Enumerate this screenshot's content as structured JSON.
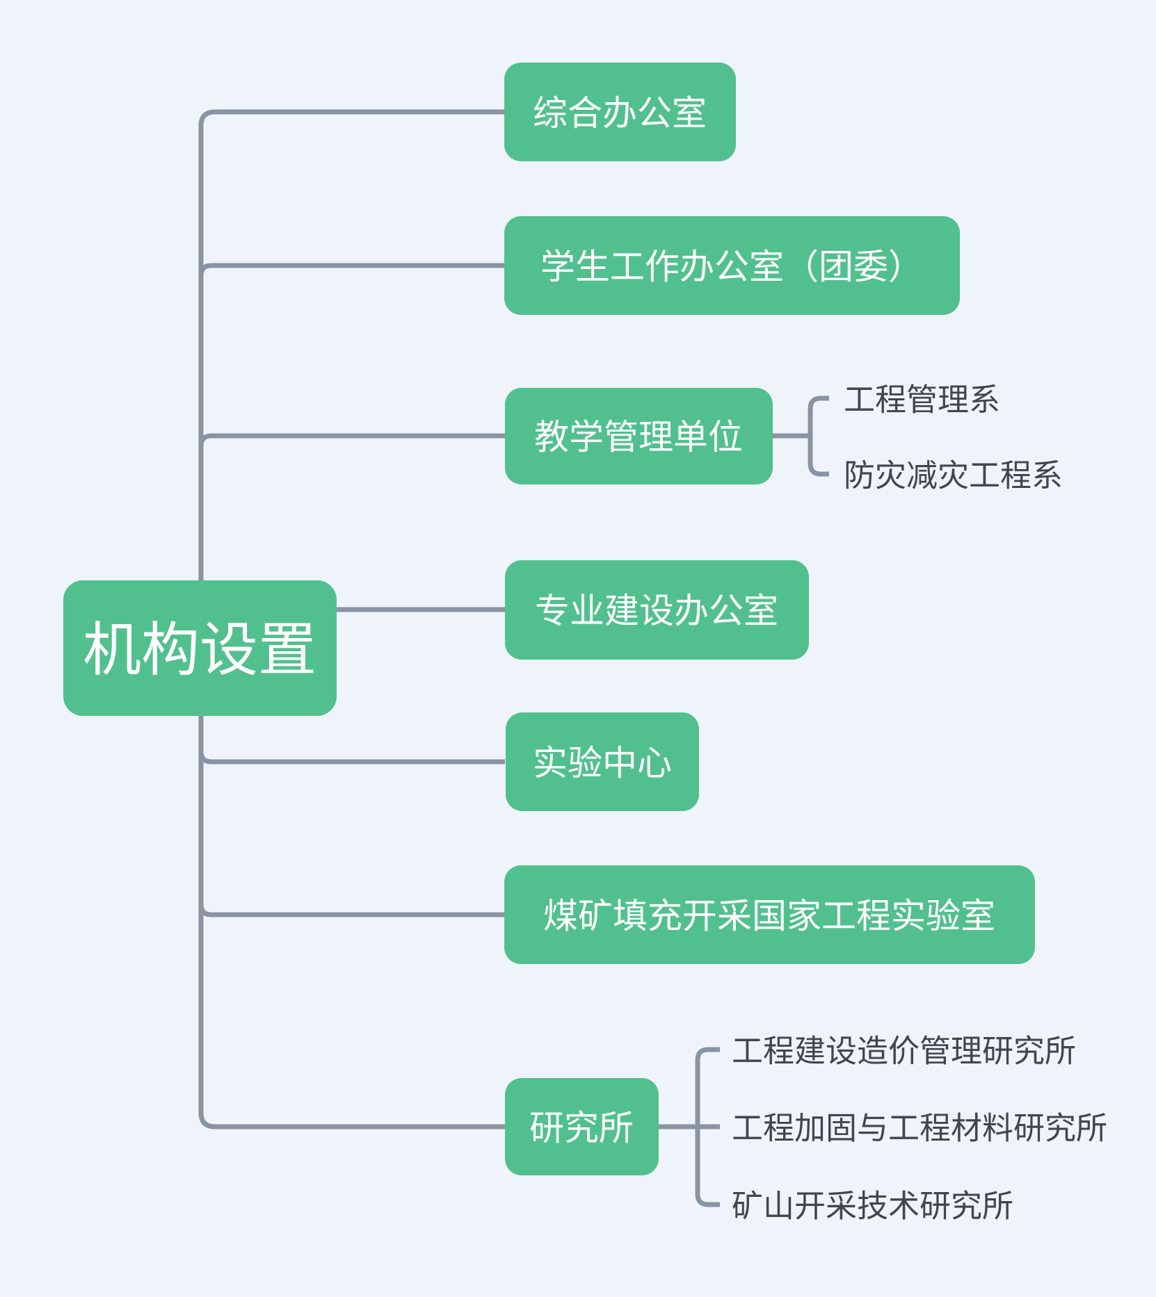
{
  "colors": {
    "background": "#EEF4F9",
    "node-green": "#52C08E",
    "node-text": "#FFFFFF",
    "line": "#8A93A3",
    "subtopic-text": "#40454F"
  },
  "root": {
    "label": "机构设置"
  },
  "branches": [
    {
      "label": "综合办公室",
      "children": []
    },
    {
      "label": "学生工作办公室（团委）",
      "children": []
    },
    {
      "label": "教学管理单位",
      "children": [
        {
          "label": "工程管理系"
        },
        {
          "label": "防灾减灾工程系"
        }
      ]
    },
    {
      "label": "专业建设办公室",
      "children": []
    },
    {
      "label": "实验中心",
      "children": []
    },
    {
      "label": "煤矿填充开采国家工程实验室",
      "children": []
    },
    {
      "label": "研究所",
      "children": [
        {
          "label": "工程建设造价管理研究所"
        },
        {
          "label": "工程加固与工程材料研究所"
        },
        {
          "label": "矿山开采技术研究所"
        }
      ]
    }
  ]
}
